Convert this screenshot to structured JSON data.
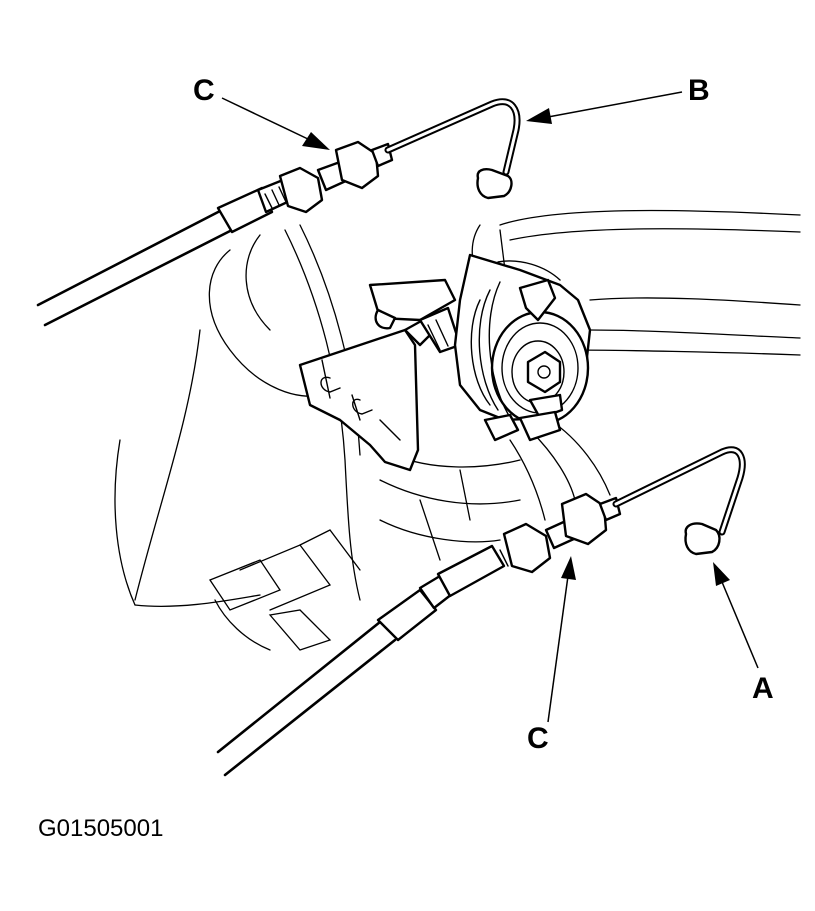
{
  "diagram": {
    "callouts": {
      "a": "A",
      "b": "B",
      "c_upper": "C",
      "c_lower": "C"
    },
    "figure_code": "G01505001",
    "icons": [
      "throttle-drum-icon",
      "throttle-cable-icon",
      "cable-bracket-icon",
      "adjusting-nut-icon"
    ]
  }
}
